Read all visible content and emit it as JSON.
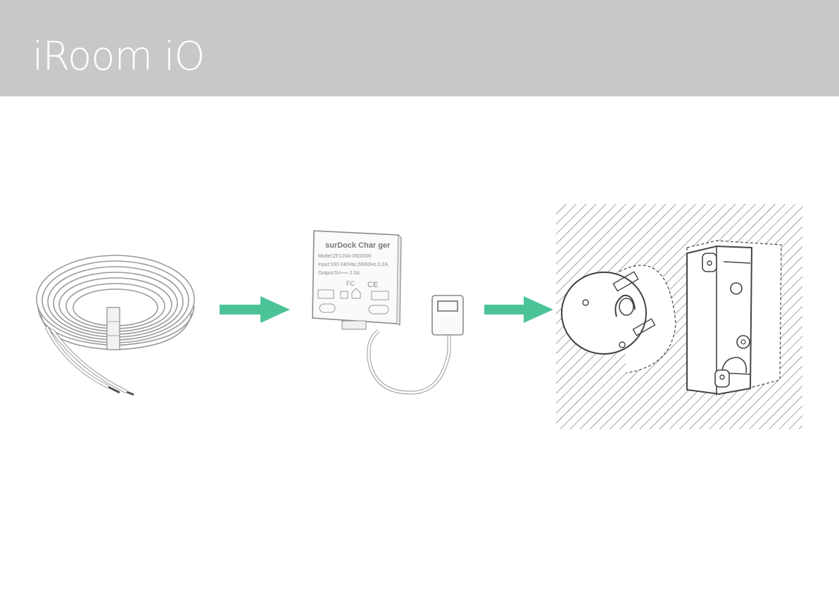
{
  "header": {
    "title": "iRoom iO",
    "background": "#c8c8c8",
    "title_color": "#ffffff"
  },
  "arrow_color": "#4cc397",
  "items": [
    {
      "name": "cable-coil"
    },
    {
      "name": "charger",
      "brand": "surDock Char ger",
      "model": "Model:ZF120A-0502000",
      "input": "Input:100-240Vac,50/60Hz,0.2A",
      "output": "Output:5V⎓⎓ 2.0A",
      "ce": "CE",
      "fc": "FC"
    },
    {
      "name": "wall-box"
    }
  ]
}
